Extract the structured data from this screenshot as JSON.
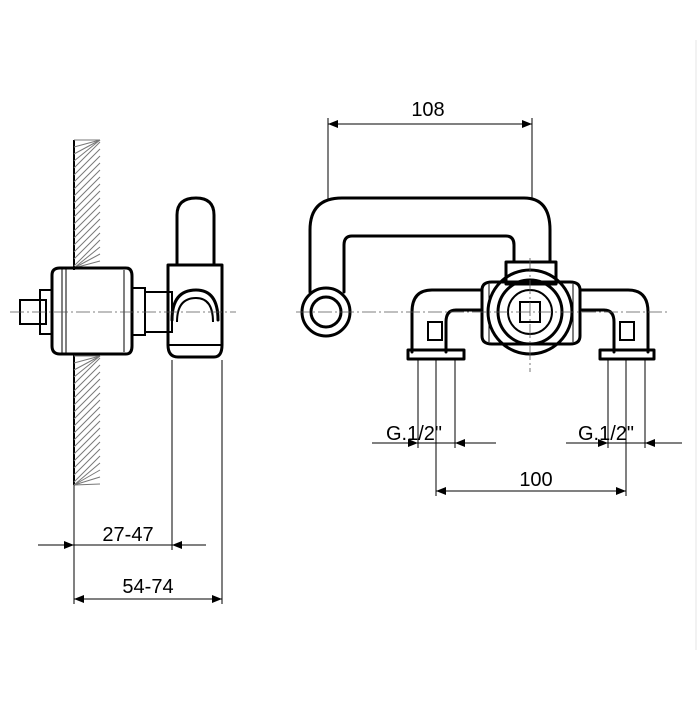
{
  "dimensions": {
    "top_width": "108",
    "connection_left": "G.1/2\"",
    "connection_right": "G.1/2\"",
    "center_distance": "100",
    "wall_depth_small": "27-47",
    "wall_depth_large": "54-74"
  },
  "colors": {
    "line": "#000000",
    "background": "#ffffff"
  }
}
